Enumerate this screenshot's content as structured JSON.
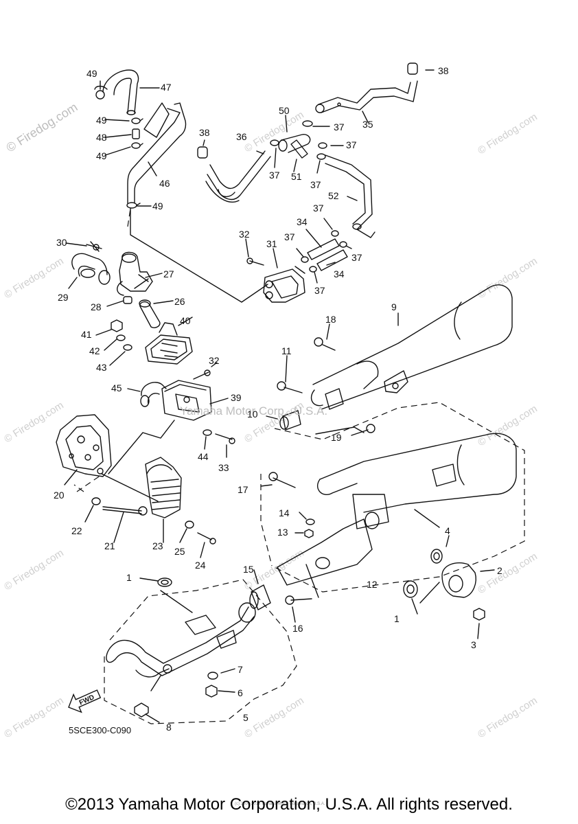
{
  "diagram": {
    "code": "5SCE300-C090",
    "fwd_label": "FWD",
    "overlay_text": "Yamaha Motor Corp., U.S.A.",
    "fine_print": "(c) 2000-2015 Yamaha Motor Corporation, U.S.A.",
    "watermark": "© Firedog.com",
    "parts": [
      "1",
      "2",
      "3",
      "4",
      "5",
      "6",
      "7",
      "8",
      "9",
      "10",
      "11",
      "12",
      "13",
      "14",
      "15",
      "16",
      "17",
      "18",
      "19",
      "20",
      "21",
      "22",
      "23",
      "24",
      "25",
      "26",
      "27",
      "28",
      "29",
      "30",
      "31",
      "32",
      "33",
      "34",
      "35",
      "36",
      "37",
      "38",
      "39",
      "40",
      "41",
      "42",
      "43",
      "44",
      "45",
      "46",
      "47",
      "48",
      "49",
      "50",
      "51",
      "52"
    ]
  },
  "footer": {
    "copyright": "©2013 Yamaha Motor Corporation, U.S.A. All rights reserved."
  }
}
